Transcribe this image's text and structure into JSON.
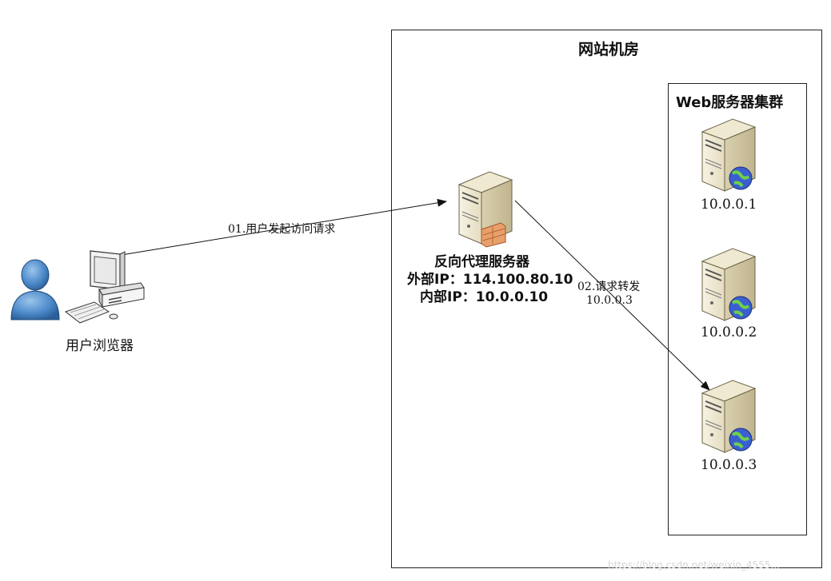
{
  "datacenter": {
    "title": "网站机房"
  },
  "cluster": {
    "title": "Web服务器集群",
    "servers": [
      {
        "ip": "10.0.0.1"
      },
      {
        "ip": "10.0.0.2"
      },
      {
        "ip": "10.0.0.3"
      }
    ]
  },
  "proxy": {
    "name": "反向代理服务器",
    "external_ip": "外部IP：114.100.80.10",
    "internal_ip": "内部IP：10.0.0.10"
  },
  "client": {
    "label": "用户浏览器"
  },
  "arrows": {
    "request": "01.用户发起访问请求",
    "forward": "02.请求转发",
    "forward_target": "10.0.0.3"
  },
  "watermark": "https://blog.csdn.net/weixin_4555..."
}
